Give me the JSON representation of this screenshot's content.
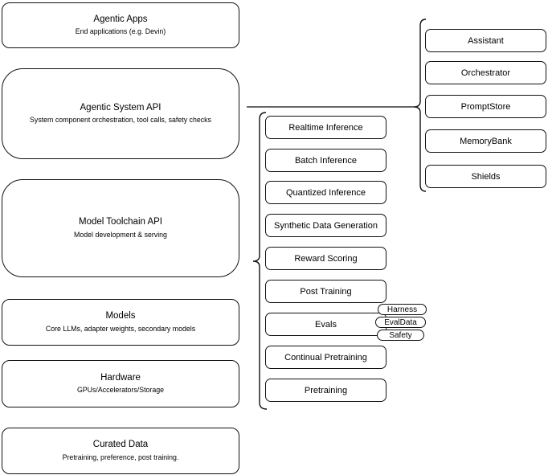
{
  "diagram": {
    "left_stack": [
      {
        "title": "Agentic Apps",
        "subtitle": "End applications (e.g. Devin)"
      },
      {
        "title": "Agentic System API",
        "subtitle": "System component orchestration, tool calls, safety checks"
      },
      {
        "title": "Model Toolchain API",
        "subtitle": "Model development & serving"
      },
      {
        "title": "Models",
        "subtitle": "Core LLMs, adapter weights, secondary models"
      },
      {
        "title": "Hardware",
        "subtitle": "GPUs/Accelerators/Storage"
      },
      {
        "title": "Curated Data",
        "subtitle": "Pretraining, preference, post training."
      }
    ],
    "toolchain_components": [
      {
        "label": "Realtime Inference"
      },
      {
        "label": "Batch Inference"
      },
      {
        "label": "Quantized Inference"
      },
      {
        "label": "Synthetic Data Generation"
      },
      {
        "label": "Reward Scoring"
      },
      {
        "label": "Post Training"
      },
      {
        "label": "Evals"
      },
      {
        "label": "Continual Pretraining"
      },
      {
        "label": "Pretraining"
      }
    ],
    "evals_tags": [
      {
        "label": "Harness"
      },
      {
        "label": "EvalData"
      },
      {
        "label": "Safety"
      }
    ],
    "system_components": [
      {
        "label": "Assistant"
      },
      {
        "label": "Orchestrator"
      },
      {
        "label": "PromptStore"
      },
      {
        "label": "MemoryBank"
      },
      {
        "label": "Shields"
      }
    ],
    "colors": {
      "border": "#111111",
      "background": "#ffffff",
      "text": "#000000"
    }
  }
}
